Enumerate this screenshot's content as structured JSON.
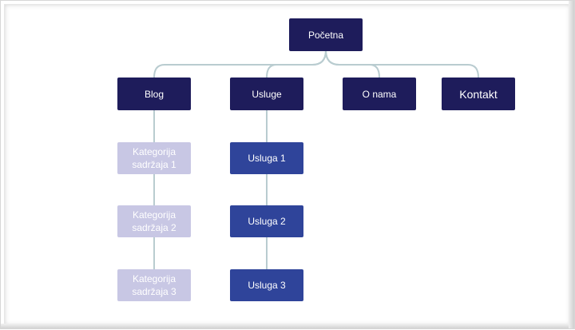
{
  "colors": {
    "top_level": "#1e1c5b",
    "services": "#2f449a",
    "categories": "#c8c7e4",
    "connector": "#b9ccd0"
  },
  "root": {
    "label": "Početna"
  },
  "level1": [
    {
      "label": "Blog"
    },
    {
      "label": "Usluge"
    },
    {
      "label": "O nama"
    },
    {
      "label": "Kontakt"
    }
  ],
  "blog_children": [
    {
      "label": "Kategorija\nsadržaja 1"
    },
    {
      "label": "Kategorija\nsadržaja 2"
    },
    {
      "label": "Kategorija\nsadržaja 3"
    }
  ],
  "usluge_children": [
    {
      "label": "Usluga 1"
    },
    {
      "label": "Usluga 2"
    },
    {
      "label": "Usluga 3"
    }
  ]
}
